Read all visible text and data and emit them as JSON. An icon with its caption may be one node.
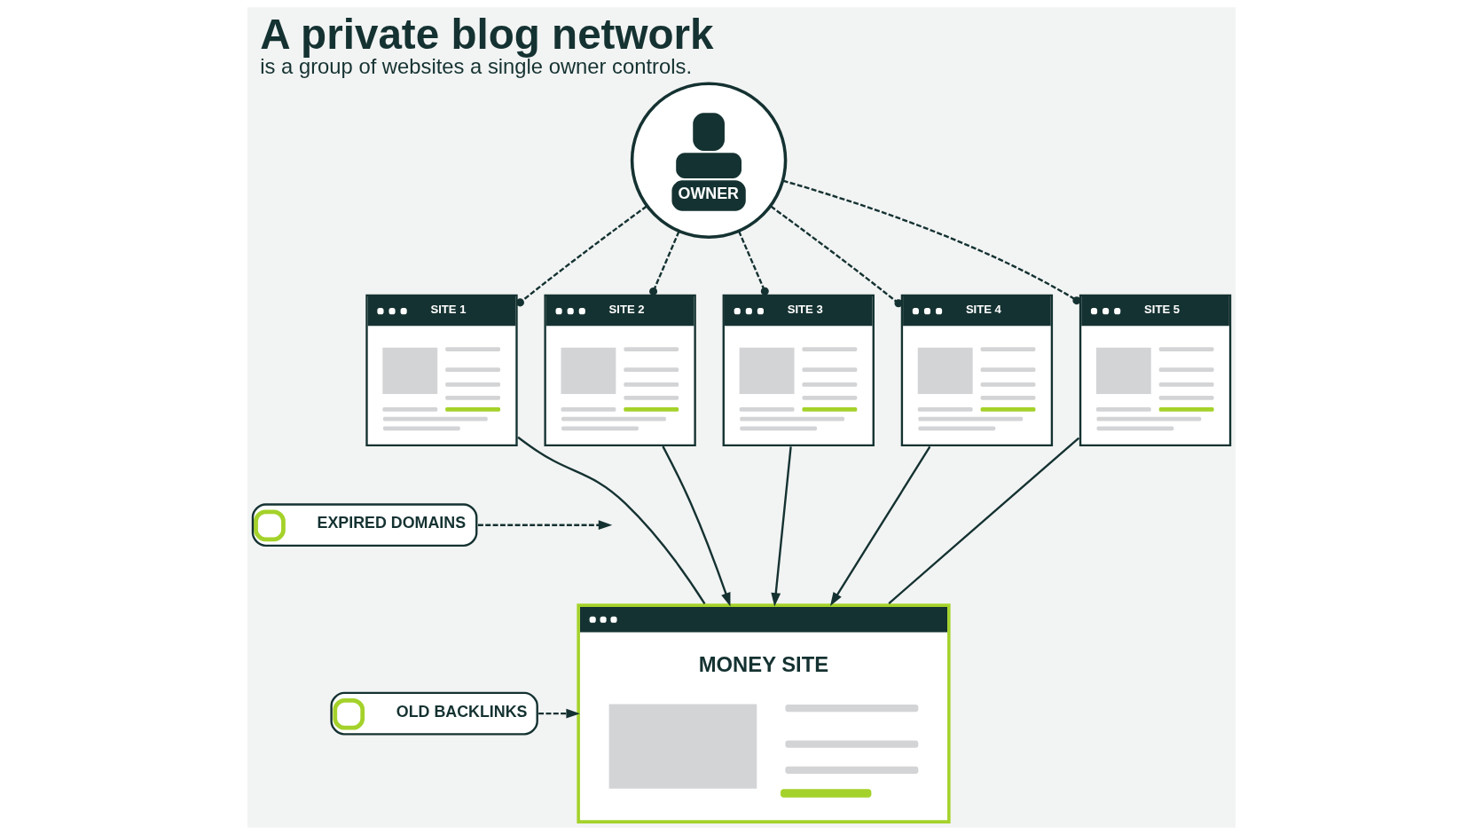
{
  "diagram": {
    "title": "A private blog network",
    "caption": "is a group of websites a single owner controls.",
    "nodes": [
      {
        "text": [
          "OWNER"
        ]
      },
      {
        "text": [
          "SITE 1"
        ]
      },
      {
        "text": [
          "SITE 2"
        ]
      },
      {
        "text": [
          "SITE 3"
        ]
      },
      {
        "text": [
          "SITE 4"
        ]
      },
      {
        "text": [
          "SITE 5"
        ]
      },
      {
        "text": [
          "MONEY SITE"
        ]
      },
      {
        "text": [
          "EXPIRED DOMAINS"
        ]
      },
      {
        "text": [
          "OLD BACKLINKS"
        ]
      }
    ],
    "edges": [
      {
        "from": 0,
        "to": 1,
        "arrow": "other",
        "style": "dashed"
      },
      {
        "from": 0,
        "to": 2,
        "arrow": "other",
        "style": "dashed"
      },
      {
        "from": 0,
        "to": 3,
        "arrow": "other",
        "style": "dashed"
      },
      {
        "from": 0,
        "to": 4,
        "arrow": "other",
        "style": "dashed"
      },
      {
        "from": 0,
        "to": 5,
        "arrow": "other",
        "style": "dashed"
      },
      {
        "from": 1,
        "to": 6,
        "arrow": "none"
      },
      {
        "from": 2,
        "to": 6,
        "arrow": "to"
      },
      {
        "from": 3,
        "to": 6,
        "arrow": "to"
      },
      {
        "from": 4,
        "to": 6,
        "arrow": "to"
      },
      {
        "from": 5,
        "to": 6,
        "arrow": "none"
      },
      {
        "from": 7,
        "to": null,
        "arrow": "to",
        "style": "dashed"
      },
      {
        "from": 8,
        "to": 6,
        "arrow": "to",
        "style": "dashed"
      }
    ]
  }
}
